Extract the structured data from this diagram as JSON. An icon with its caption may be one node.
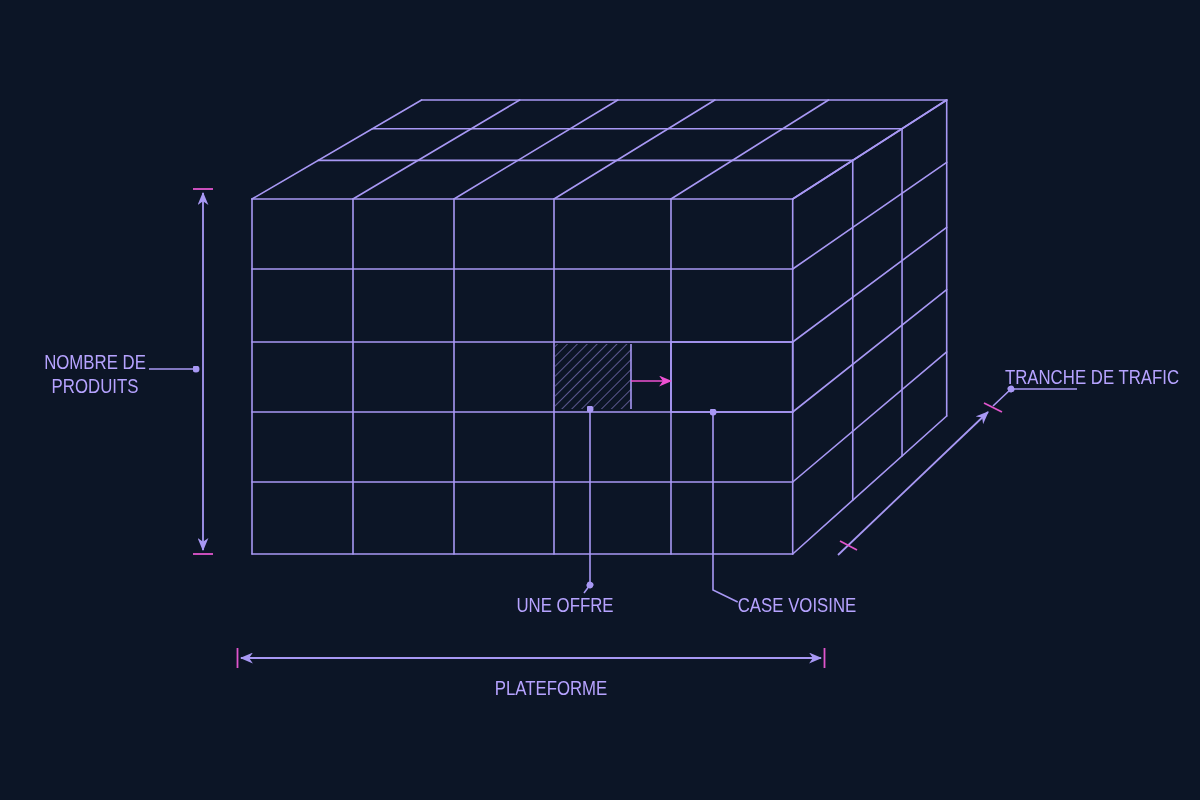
{
  "diagram": {
    "nodes": [
      {
        "text": [
          "NOMBRE DE PRODUITS"
        ]
      },
      {
        "text": [],
        "shape": "box"
      },
      {
        "text": [],
        "shape": "box"
      },
      {
        "text": [
          "TRANCHE DE TRAFIC"
        ]
      },
      {
        "text": [
          "UNE OFFRE"
        ]
      },
      {
        "text": [
          "CASE VOISINE"
        ]
      }
    ],
    "edges": [
      {
        "from": 0,
        "to": null,
        "arrow": "other"
      },
      {
        "from": 1,
        "to": 2,
        "arrow": "to",
        "color": "#ee50d2"
      },
      {
        "from": 3,
        "to": null,
        "arrow": "none"
      },
      {
        "from": 4,
        "to": 1,
        "arrow": "other"
      },
      {
        "from": 5,
        "to": 2,
        "arrow": "other"
      }
    ],
    "labels": [
      "PLATEFORME"
    ]
  }
}
